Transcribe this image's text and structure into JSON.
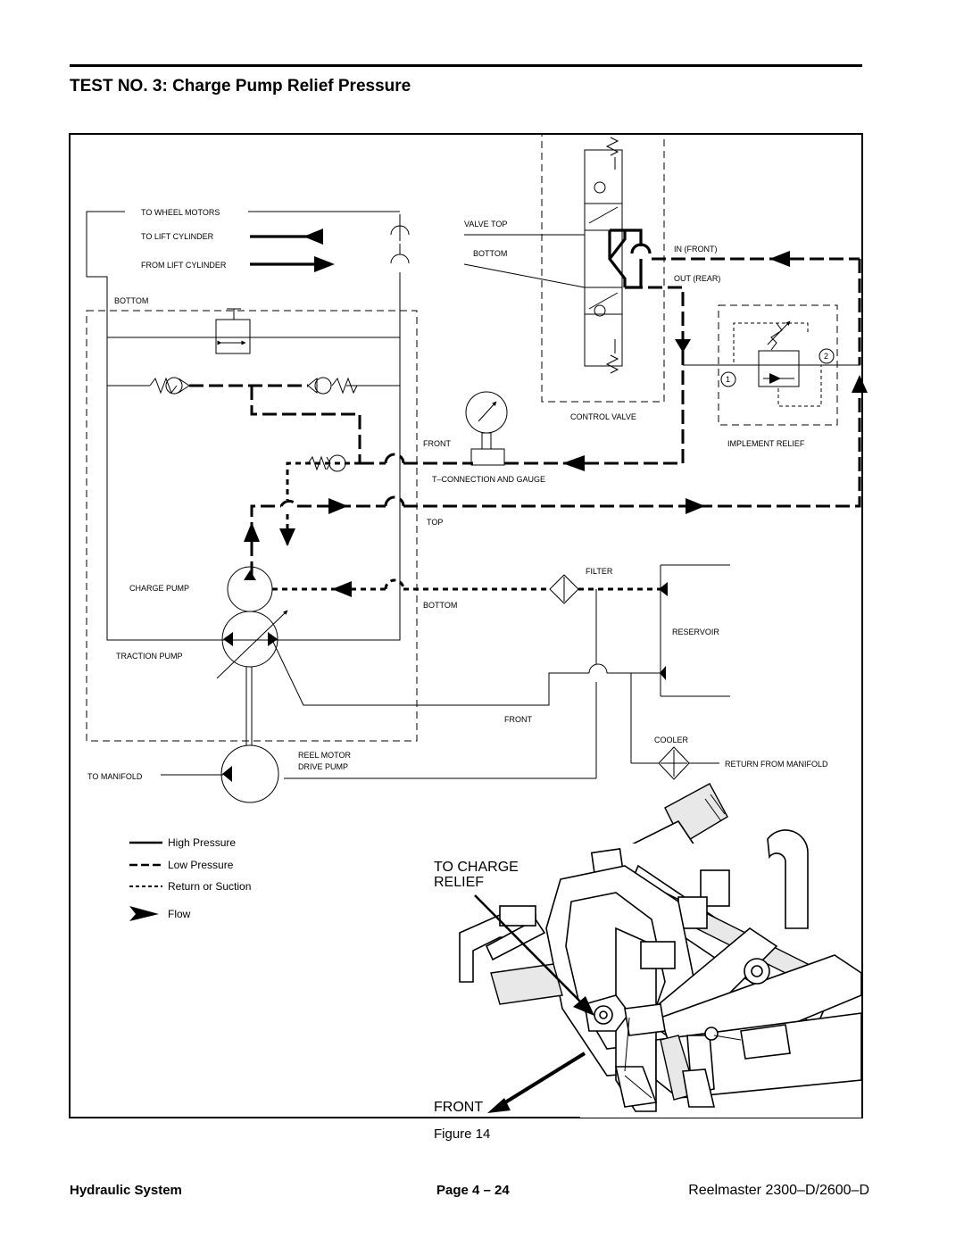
{
  "header": {
    "title": "TEST NO. 3: Charge Pump Relief Pressure"
  },
  "diagram": {
    "labels": {
      "to_wheel_motors": "TO WHEEL MOTORS",
      "to_lift_cylinder": "TO LIFT CYLINDER",
      "from_lift_cylinder": "FROM LIFT CYLINDER",
      "bottom_1": "BOTTOM",
      "valve_top": "VALVE TOP",
      "valve_bottom": "BOTTOM",
      "in_front": "IN (FRONT)",
      "out_rear": "OUT (REAR)",
      "port_1": "1",
      "port_2": "2",
      "control_valve": "CONTROL VALVE",
      "implement_relief": "IMPLEMENT RELIEF",
      "front_1": "FRONT",
      "t_connection": "T–CONNECTION AND GAUGE",
      "top": "TOP",
      "filter": "FILTER",
      "charge_pump": "CHARGE  PUMP",
      "bottom_2": "BOTTOM",
      "reservoir": "RESERVOIR",
      "traction_pump": "TRACTION  PUMP",
      "front_2": "FRONT",
      "cooler": "COOLER",
      "reel_motor_drive_pump_1": "REEL  MOTOR",
      "reel_motor_drive_pump_2": "DRIVE  PUMP",
      "to_manifold": "TO MANIFOLD",
      "return_from_manifold": "RETURN FROM MANIFOLD"
    },
    "legend": {
      "high_pressure": "High  Pressure",
      "low_pressure": "Low  Pressure",
      "return_suction": "Return  or Suction",
      "flow": "Flow"
    },
    "callouts": {
      "to_charge_relief_1": "TO CHARGE",
      "to_charge_relief_2": "RELIEF",
      "front": "FRONT"
    }
  },
  "caption": "Figure 14",
  "footer": {
    "section": "Hydraulic System",
    "page": "Page 4 – 24",
    "manual": "Reelmaster 2300–D/2600–D"
  }
}
